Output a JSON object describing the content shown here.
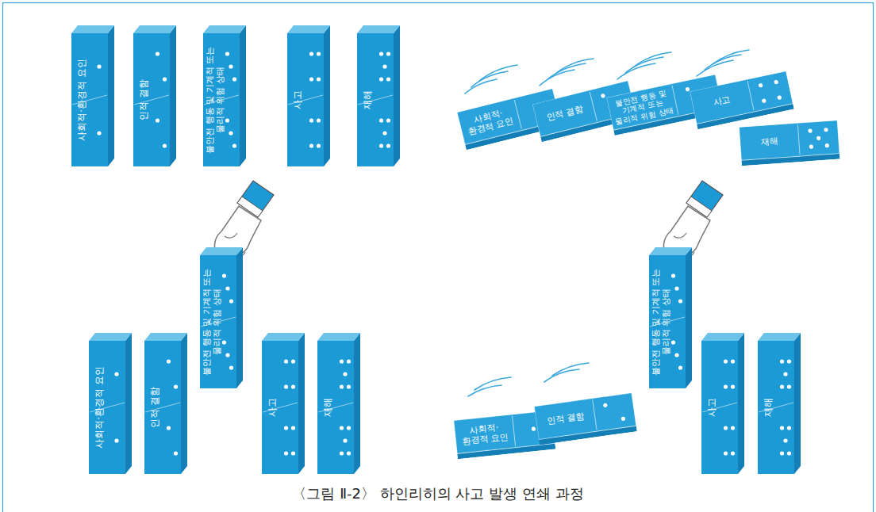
{
  "diagram": {
    "caption": "〈그림 Ⅱ-2〉 하인리히의 사고 발생 연쇄 과정",
    "nodes": [
      {
        "text": [
          "사회적·환경적 요인"
        ]
      },
      {
        "text": [
          "인적 결함"
        ]
      },
      {
        "text": [
          "불안전 행동 및 기계적 또는 물리적 위험 상태"
        ]
      },
      {
        "text": [
          "사고"
        ]
      },
      {
        "text": [
          "재해"
        ]
      },
      {
        "text": [
          "사회적·환경적 요인"
        ]
      },
      {
        "text": [
          "인적 결함"
        ]
      },
      {
        "text": [
          "불안전 행동 및 기계적 또는 물리적 위험 상태"
        ]
      },
      {
        "text": [
          "사고"
        ]
      },
      {
        "text": [
          "재해"
        ]
      },
      {
        "text": [
          "사회적·환경적 요인"
        ]
      },
      {
        "text": [
          "인적 결함"
        ]
      },
      {
        "text": [
          "불안전 행동 및 기계적 또는 물리적 위험 상태"
        ]
      },
      {
        "text": [
          "사고"
        ]
      },
      {
        "text": [
          "재해"
        ]
      },
      {
        "text": [
          "사회적·환경적 요인"
        ]
      },
      {
        "text": [
          "인적 결함"
        ]
      },
      {
        "text": [
          "불안전 행동 및 기계적 또는 물리적 위험 상태"
        ]
      },
      {
        "text": [
          "사고"
        ]
      },
      {
        "text": [
          "재해"
        ]
      }
    ]
  }
}
